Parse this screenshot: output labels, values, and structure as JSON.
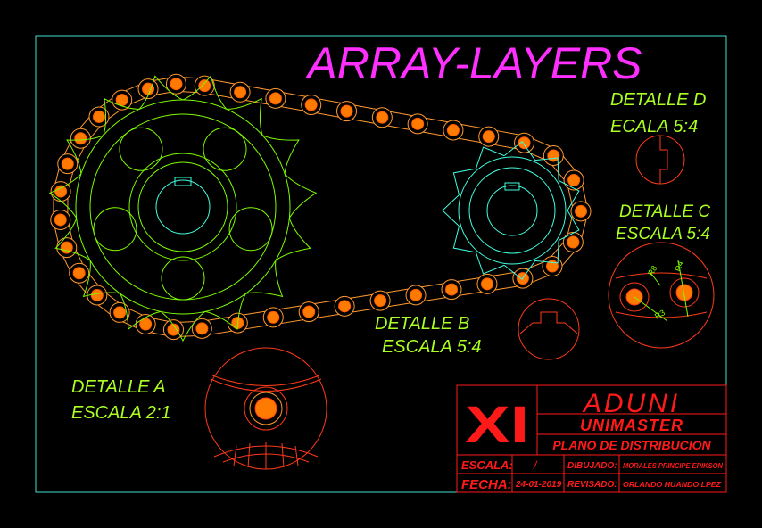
{
  "title": "ARRAY-LAYERS",
  "details": {
    "d": {
      "line1": "DETALLE D",
      "line2": "ECALA 5:4"
    },
    "c": {
      "line1": "DETALLE C",
      "line2": "ESCALA 5:4"
    },
    "b": {
      "line1": "DETALLE B",
      "line2": "ESCALA 5:4"
    },
    "a": {
      "line1": "DETALLE A",
      "line2": "ESCALA 2:1"
    }
  },
  "dimensions": {
    "r8": "R8",
    "r4": "R4",
    "r3": "R3"
  },
  "title_block": {
    "logo": "XI",
    "company": "ADUNI",
    "subtitle": "UNIMASTER",
    "plan": "PLANO DE DISTRIBUCION",
    "escala_label": "ESCALA:",
    "escala_value": "/",
    "dibujado_label": "DIBUJADO:",
    "dibujado_value": "MORALES PRINCIPE ERIKSON",
    "fecha_label": "FECHA:",
    "fecha_value": "24-01-2019",
    "revisado_label": "REVISADO:",
    "revisado_value": "ORLANDO HUANDO LPEZ"
  },
  "colors": {
    "frame": "#40e0d0",
    "title": "#ff30ff",
    "label": "#aaff22",
    "gear": "#7cfc00",
    "small_gear": "#40ffe0",
    "chain": "#ff9a30",
    "roller": "#ff7a00",
    "detail": "#ff3a1a",
    "block": "#ff1a1a"
  }
}
